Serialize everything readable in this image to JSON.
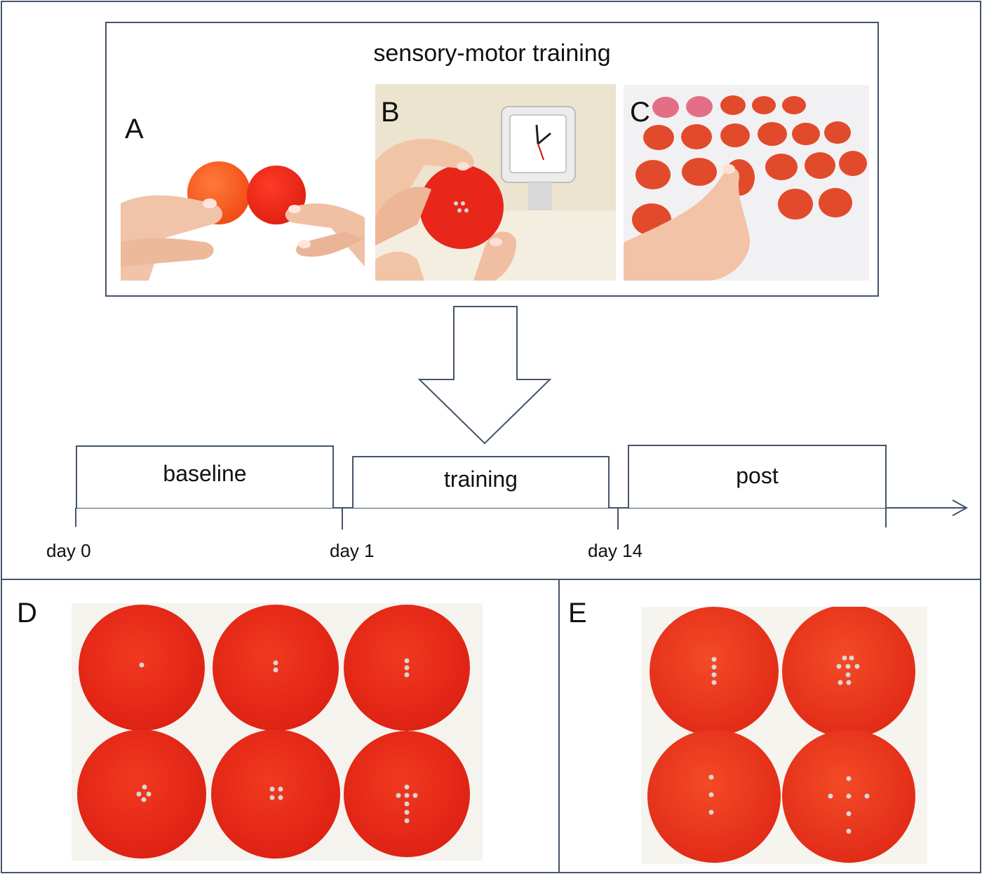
{
  "figure": {
    "training_title": "sensory-motor training",
    "panels": {
      "A": "A",
      "B": "B",
      "C": "C",
      "D": "D",
      "E": "E"
    },
    "timeline": {
      "phases": [
        "baseline",
        "training",
        "post"
      ],
      "days": [
        "day 0",
        "day 1",
        "day 14"
      ]
    }
  },
  "colors": {
    "frame": "#44546a",
    "disc_red": "#e8321a",
    "disc_orange": "#f2541e",
    "skin": "#f2c7ad",
    "pin": "#c9c9c9"
  },
  "icons": [
    "arrow-down-icon",
    "arrow-right-icon",
    "clock-icon"
  ]
}
